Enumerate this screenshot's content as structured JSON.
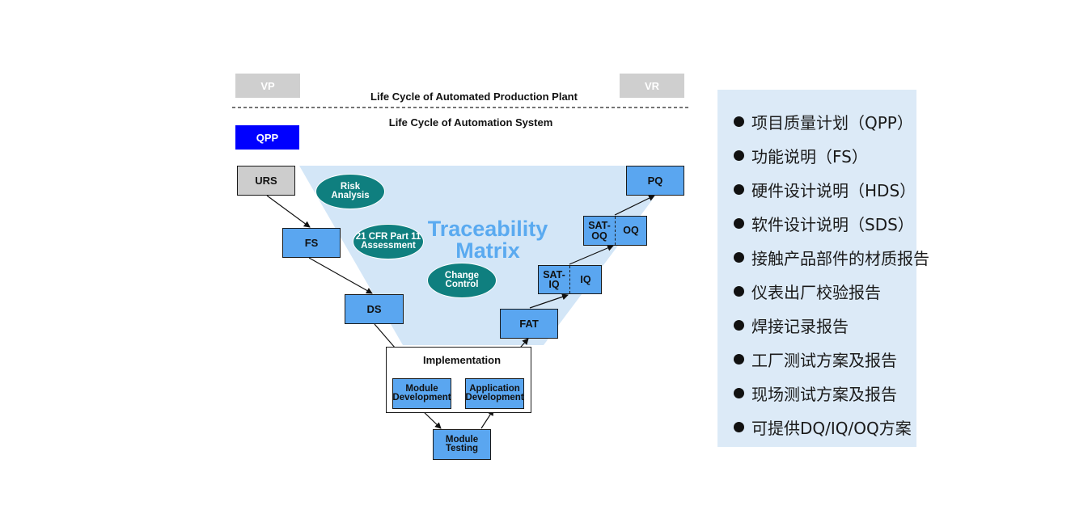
{
  "tags": {
    "vp": "VP",
    "vr": "VR",
    "qpp": "QPP"
  },
  "titles": {
    "plant": "Life Cycle of Automated Production Plant",
    "system": "Life Cycle of Automation System"
  },
  "traceability": {
    "line1": "Traceability",
    "line2": "Matrix"
  },
  "ellipses": {
    "risk": {
      "line1": "Risk",
      "line2": "Analysis"
    },
    "cfr": {
      "line1": "21 CFR Part 11",
      "line2": "Assessment"
    },
    "change": {
      "line1": "Change",
      "line2": "Control"
    }
  },
  "boxes": {
    "urs": "URS",
    "fs": "FS",
    "ds": "DS",
    "fat": "FAT",
    "pq": "PQ",
    "sat_iq": {
      "left_line1": "SAT-",
      "left_line2": "IQ",
      "right": "IQ"
    },
    "sat_oq": {
      "left_line1": "SAT-",
      "left_line2": "OQ",
      "right": "OQ"
    },
    "module_dev": {
      "line1": "Module",
      "line2": "Development"
    },
    "app_dev": {
      "line1": "Application",
      "line2": "Development"
    },
    "module_test": {
      "line1": "Module",
      "line2": "Testing"
    }
  },
  "implementation": {
    "label": "Implementation"
  },
  "panel": {
    "items": [
      "项目质量计划（QPP）",
      "功能说明（FS）",
      "硬件设计说明（HDS）",
      "软件设计说明（SDS）",
      "接触产品部件的材质报告",
      "仪表出厂校验报告",
      "焊接记录报告",
      "工厂测试方案及报告",
      "现场测试方案及报告",
      "可提供DQ/IQ/OQ方案"
    ]
  },
  "colors": {
    "box_fill": "#5aa6f0",
    "ellipse_fill": "#0f7f7f",
    "trace_text": "#5aaaf0",
    "region_fill": "#d3e6f7",
    "qpp_fill": "#0000ff",
    "panel_fill": "#dceaf7"
  }
}
